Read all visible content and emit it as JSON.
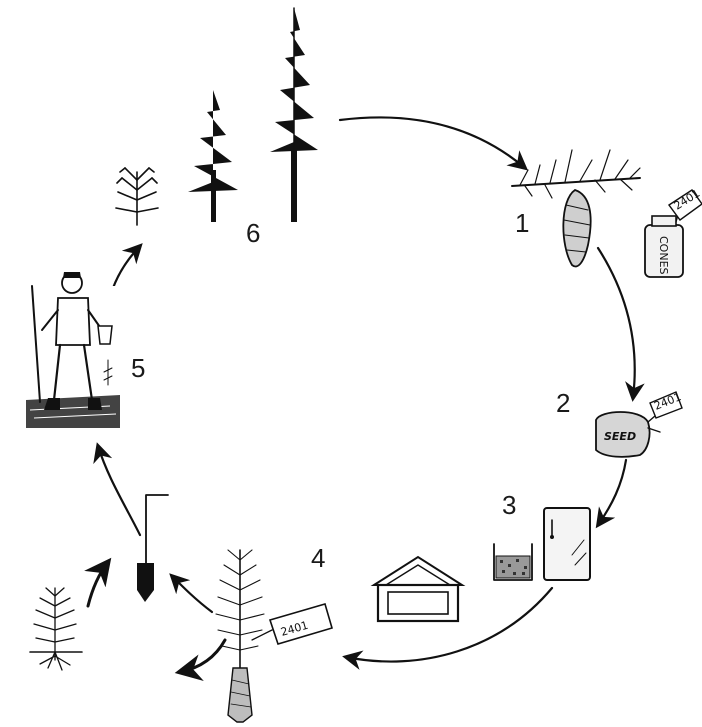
{
  "stages": [
    {
      "number": "1",
      "tag": "2401",
      "jar_label": "CONES"
    },
    {
      "number": "2",
      "tag": "2401",
      "bag_label": "SEED"
    },
    {
      "number": "3"
    },
    {
      "number": "4",
      "tag": "2401"
    },
    {
      "number": "5"
    },
    {
      "number": "6"
    }
  ]
}
